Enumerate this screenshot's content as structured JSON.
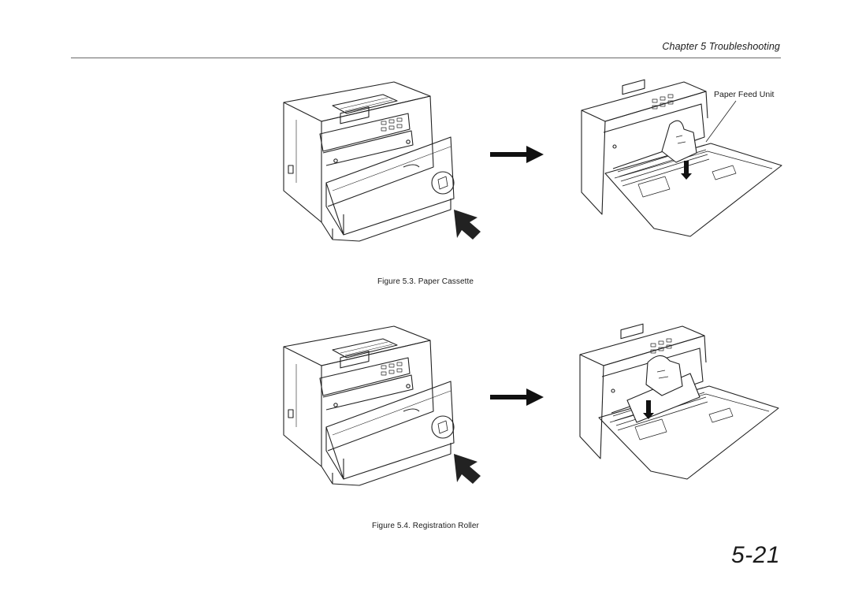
{
  "header": {
    "chapter": "Chapter 5 Troubleshooting"
  },
  "figures": [
    {
      "caption": "Figure 5.3. Paper Cassette",
      "callout": "Paper Feed Unit"
    },
    {
      "caption": "Figure 5.4. Registration Roller"
    }
  ],
  "page_number": "5-21"
}
